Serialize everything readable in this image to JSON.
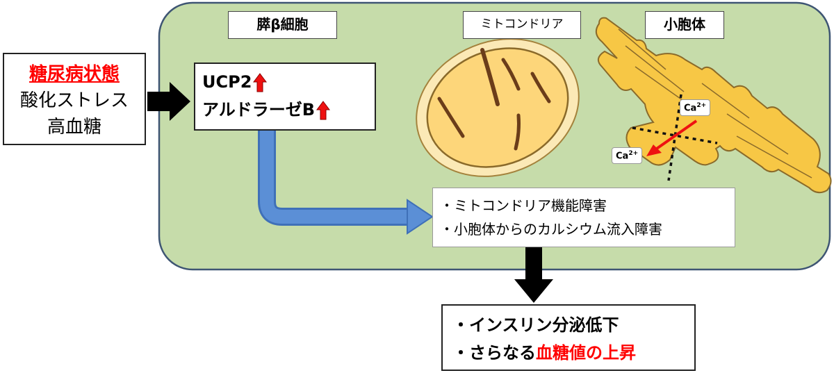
{
  "labels": {
    "cell": "膵β細胞",
    "mitochondria": "ミトコンドリア",
    "er": "小胞体"
  },
  "cause": {
    "title": "糖尿病状態",
    "items": [
      "酸化ストレス",
      "高血糖"
    ]
  },
  "mechanism": {
    "line1": "UCP2",
    "line2": "アルドラーゼB"
  },
  "dysfunction": {
    "items": [
      "・ミトコンドリア機能障害",
      "・小胞体からのカルシウム流入障害"
    ]
  },
  "outcome": {
    "line1": "・インスリン分泌低下",
    "line2_prefix": "・さらなる",
    "line2_emphasis": "血糖値の上昇"
  },
  "calcium": {
    "symbol": "Ca",
    "charge": "2+"
  },
  "colors": {
    "cell_fill": "#c6dcaa",
    "cell_stroke": "#3e5573",
    "organelle_fill": "#fde69a",
    "organelle_stroke": "#8a6a2a",
    "er_fill": "#f7c745",
    "up_arrow": "#ee1111",
    "flow_arrow": "#5b8fd6",
    "emphasis": "#ff0000"
  },
  "icons": {
    "up": "red-up-arrow-icon",
    "flow": "blue-elbow-arrow",
    "black": "black-arrow"
  }
}
